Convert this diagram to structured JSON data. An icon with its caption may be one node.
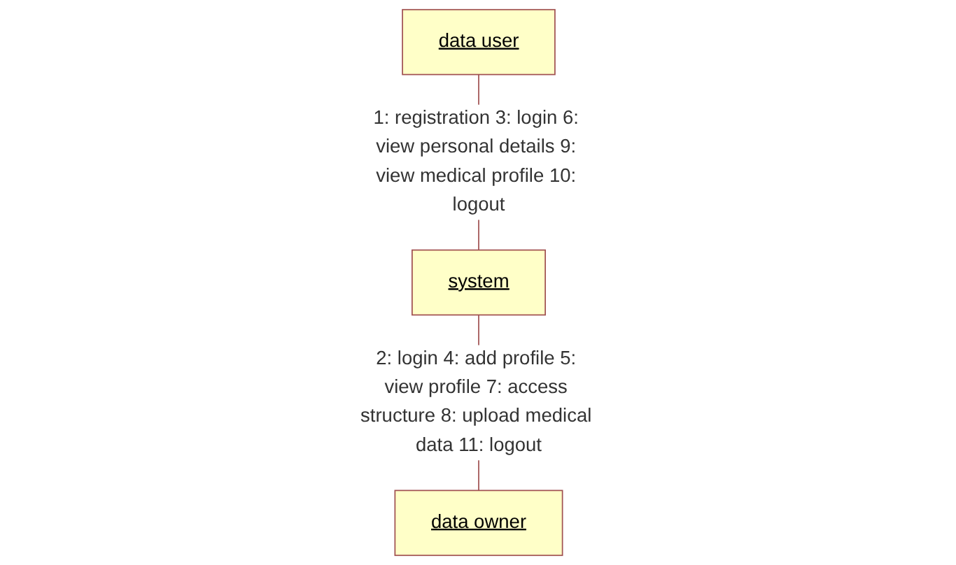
{
  "diagram": {
    "nodes": [
      {
        "text": [
          "data user"
        ]
      },
      {
        "text": [
          "system"
        ]
      },
      {
        "text": [
          "data owner"
        ]
      }
    ],
    "edges": [
      {
        "from": 0,
        "to": 1,
        "arrow": "none",
        "label": "1: registration 3: login 6: view personal details 9: view medical profile 10: logout"
      },
      {
        "from": 1,
        "to": 2,
        "arrow": "none",
        "label": "2: login 4: add profile 5: view profile 7: access structure 8: upload medical data 11: logout"
      }
    ]
  }
}
